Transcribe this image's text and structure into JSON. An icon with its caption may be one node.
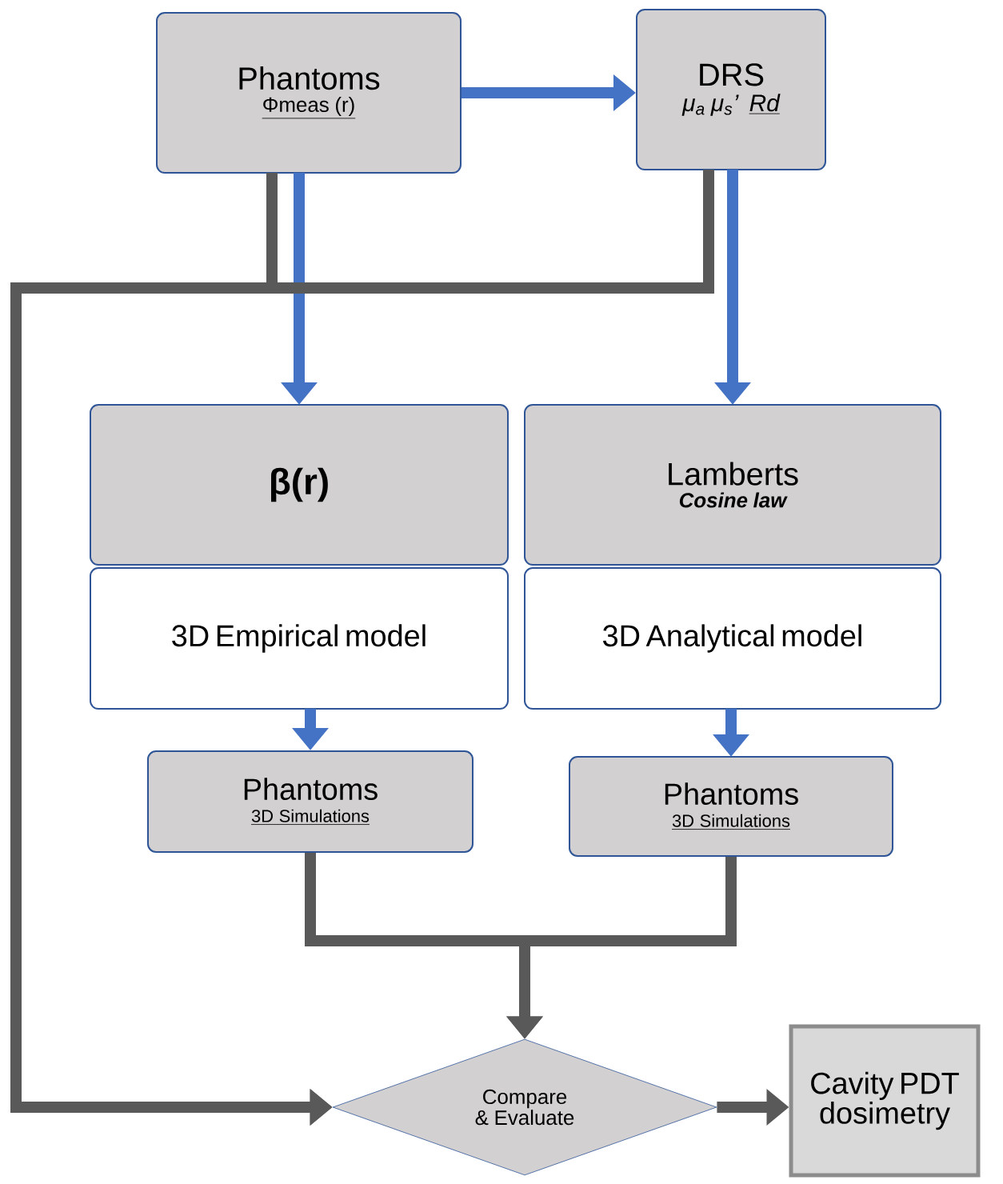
{
  "diagram": {
    "nodes": [
      {
        "text": [
          "Phantoms",
          "Φmeas (r)"
        ]
      },
      {
        "text": [
          "DRS",
          "μ$_{a}$  μ$_{s}$’",
          "Rd"
        ]
      },
      {
        "text": [
          "β(r)"
        ]
      },
      {
        "text": [
          "3D Empirical model"
        ]
      },
      {
        "text": [
          "Lamberts",
          "Cosine law"
        ]
      },
      {
        "text": [
          "3D Analytical model"
        ]
      },
      {
        "text": [
          "Phantoms",
          "3D Simulations"
        ]
      },
      {
        "text": [
          "Phantoms",
          "3D Simulations"
        ]
      },
      {
        "text": [
          "Compare & Evaluate"
        ]
      },
      {
        "text": [
          "Cavity PDT dosimetry"
        ]
      }
    ],
    "edges": [
      {
        "from": 0,
        "to": 1,
        "arrow": "to",
        "color": "#4472c4"
      },
      {
        "from": 0,
        "to": 2,
        "arrow": "to",
        "color": "#4472c4"
      },
      {
        "from": 1,
        "to": 4,
        "arrow": "to",
        "color": "#4472c4"
      },
      {
        "from": 3,
        "to": 6,
        "arrow": "to",
        "color": "#4472c4"
      },
      {
        "from": 5,
        "to": 7,
        "arrow": "to",
        "color": "#4472c4"
      },
      {
        "from": 0,
        "to": 8,
        "arrow": "to",
        "color": "#595959"
      },
      {
        "from": 1,
        "to": 8,
        "arrow": "to",
        "color": "#595959"
      },
      {
        "from": 6,
        "to": 8,
        "arrow": "to",
        "color": "#595959"
      },
      {
        "from": 7,
        "to": 8,
        "arrow": "to",
        "color": "#595959"
      },
      {
        "from": 8,
        "to": 9,
        "arrow": "to",
        "color": "#595959"
      }
    ]
  }
}
